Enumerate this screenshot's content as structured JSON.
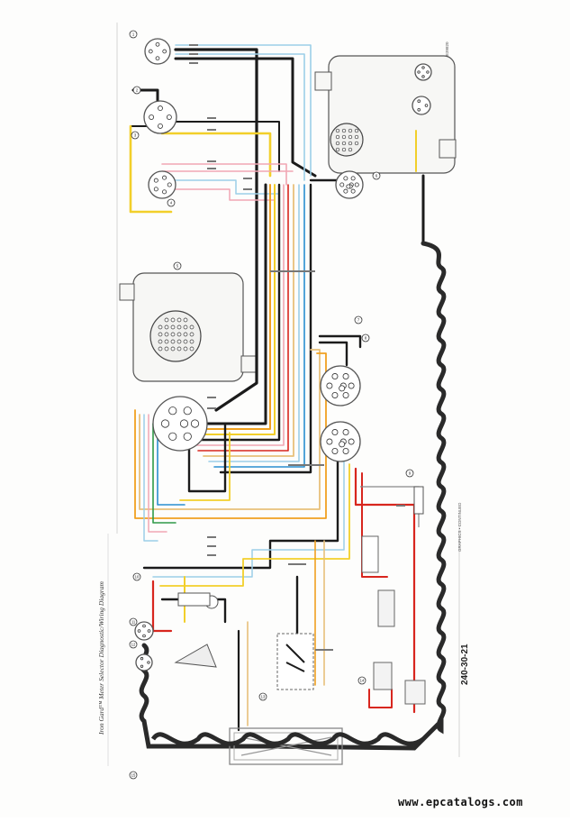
{
  "diagram": {
    "title": "Iron Gard™ Meter Selector Diagnostic/Wiring Diagram",
    "page_code": "240-30-21",
    "side_note": "GRAPHICS • CONTINUED",
    "corner_code": "E39820",
    "watermark": "www.epcatalogs.com"
  },
  "colors": {
    "black": "#1b1b1b",
    "red": "#d8261e",
    "yellow": "#f2cf2a",
    "orange": "#f0a020",
    "blue": "#2a8fd0",
    "light_blue": "#9ccfe8",
    "pink": "#f1a7b4",
    "green": "#2f9a48",
    "tan": "#e8c07a",
    "gray": "#8a8a8a",
    "dark_green": "#1f6f5b"
  },
  "callouts": [
    "1",
    "2",
    "3",
    "4",
    "5",
    "6",
    "7",
    "8",
    "9",
    "10",
    "11",
    "12",
    "13",
    "14",
    "15"
  ]
}
